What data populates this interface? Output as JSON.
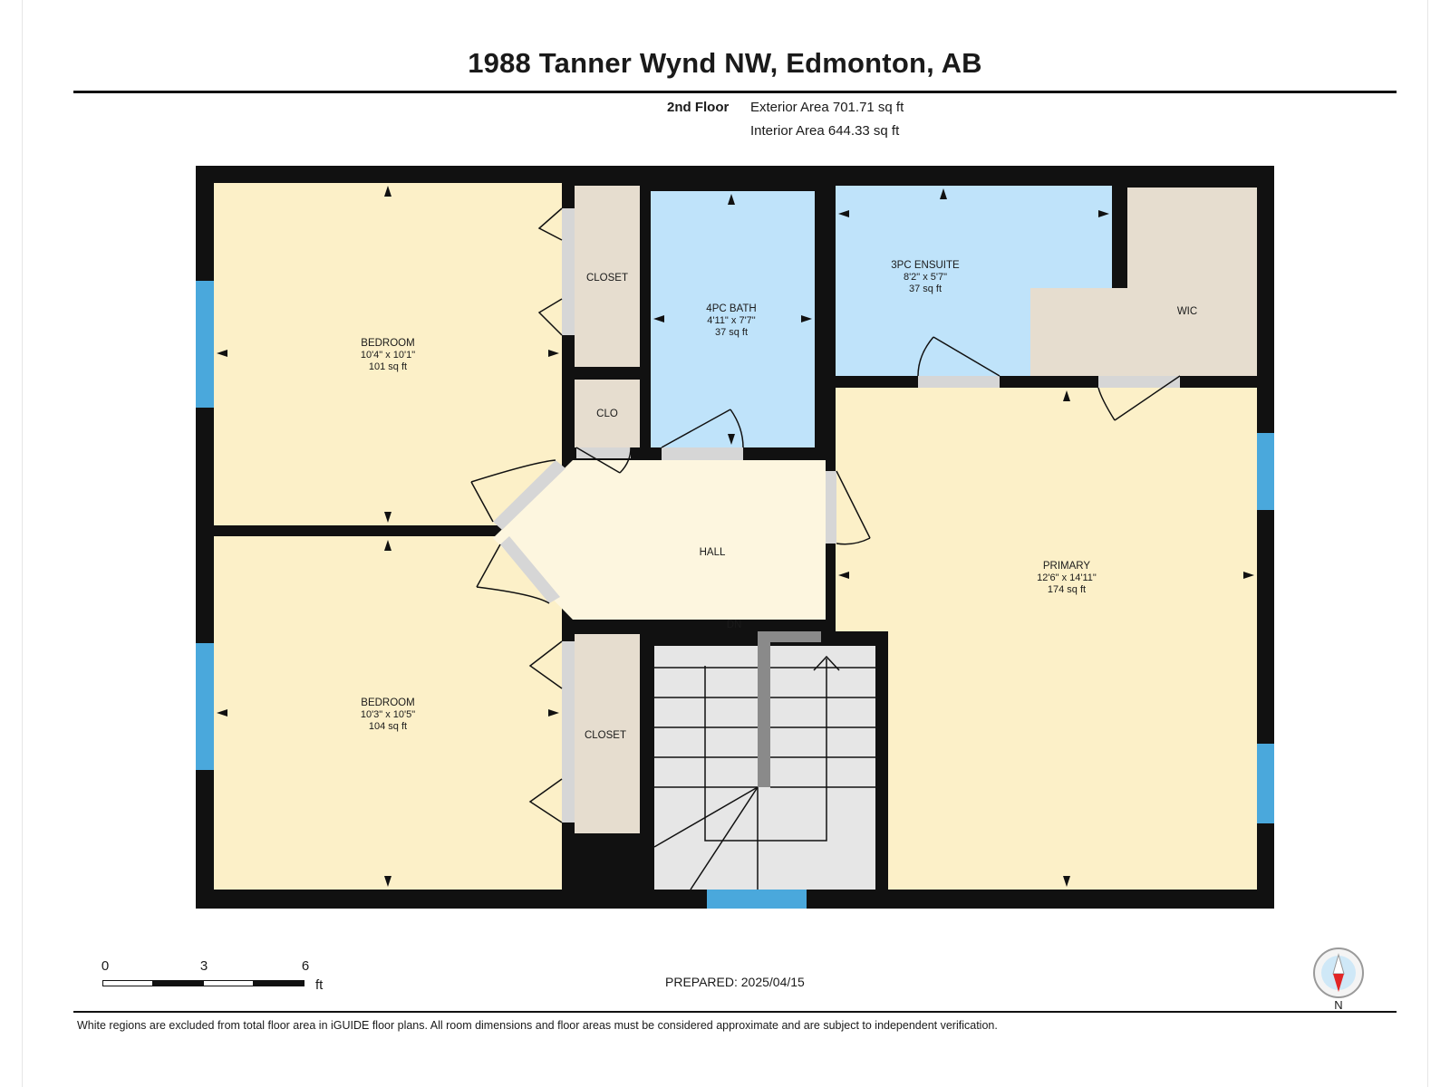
{
  "header": {
    "title": "1988 Tanner Wynd NW, Edmonton, AB",
    "floor_label": "2nd Floor",
    "exterior_area": "Exterior Area 701.71 sq ft",
    "interior_area": "Interior Area 644.33 sq ft"
  },
  "rooms": {
    "bedroom1": {
      "name": "BEDROOM",
      "dims": "10'4\" x 10'1\"",
      "area": "101 sq ft"
    },
    "bedroom2": {
      "name": "BEDROOM",
      "dims": "10'3\" x 10'5\"",
      "area": "104 sq ft"
    },
    "bath": {
      "name": "4PC BATH",
      "dims": "4'11\" x 7'7\"",
      "area": "37 sq ft"
    },
    "ensuite": {
      "name": "3PC ENSUITE",
      "dims": "8'2\" x 5'7\"",
      "area": "37 sq ft"
    },
    "primary": {
      "name": "PRIMARY",
      "dims": "12'6\" x 14'11\"",
      "area": "174 sq ft"
    },
    "closet1": "CLOSET",
    "closet2": "CLOSET",
    "clo": "CLO",
    "wic": "WIC",
    "hall": "HALL",
    "stairs": "DN"
  },
  "scale": {
    "ticks": [
      "0",
      "3",
      "6"
    ],
    "unit": "ft"
  },
  "prepared": "PREPARED: 2025/04/15",
  "compass_label": "N",
  "disclaimer": "White regions are excluded from total floor area in iGUIDE floor plans. All room dimensions and floor areas must be considered approximate and are subject to independent verification.",
  "colors": {
    "bedroom": "#fcf0c8",
    "bath": "#bfe3fa",
    "closet": "#e6ddcf",
    "hall": "#fdf6df",
    "stairs": "#e6e6e6",
    "wall": "#111111",
    "window": "#4aa8dc",
    "door_gap": "#d6d6d6"
  }
}
